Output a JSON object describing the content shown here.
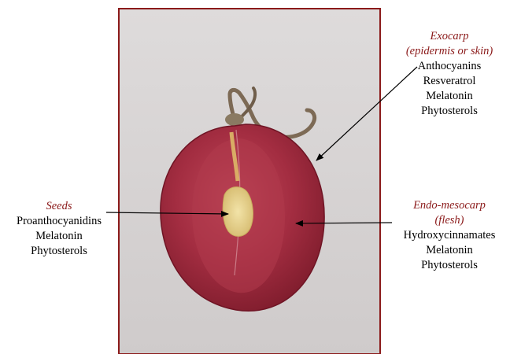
{
  "labels": {
    "exocarp": {
      "title": "Exocarp",
      "subtitle": "(epidermis or skin)",
      "compounds": [
        "Anthocyanins",
        "Resveratrol",
        "Melatonin",
        "Phytosterols"
      ]
    },
    "seeds": {
      "title": "Seeds",
      "compounds": [
        "Proanthocyanidins",
        "Melatonin",
        "Phytosterols"
      ]
    },
    "endo": {
      "title": "Endo-mesocarp",
      "subtitle": "(flesh)",
      "compounds": [
        "Hydroxycinnamates",
        "Melatonin",
        "Phytosterols"
      ]
    }
  },
  "colors": {
    "frame_border": "#8b1a1a",
    "photo_background": "#d9d6d6",
    "grape_skin": "#9c2638",
    "grape_flesh": "#b0394a",
    "seed": "#e8d493",
    "stem": "#7d6a55",
    "label_title": "#8b1a1a",
    "arrow": "#000000"
  }
}
